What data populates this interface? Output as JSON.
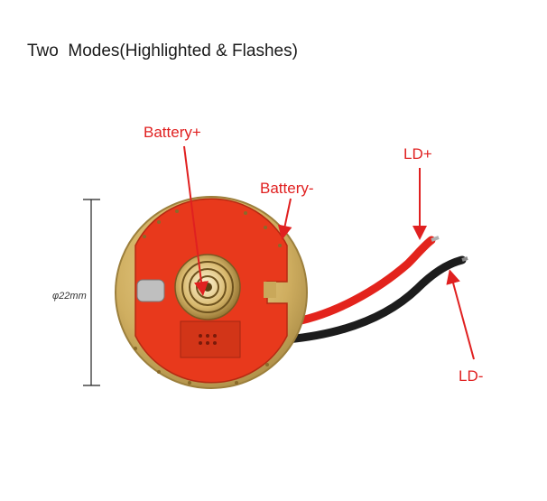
{
  "title": "Two  Modes(Highlighted & Flashes)",
  "labels": {
    "battery_plus": "Battery+",
    "battery_minus": "Battery-",
    "ld_plus": "LD+",
    "ld_minus": "LD-",
    "diameter": "φ22mm"
  },
  "colors": {
    "label_red": "#e02020",
    "pcb_gold": "#c9a85a",
    "pcb_copper": "#e8391c",
    "wire_red": "#e3231c",
    "wire_black": "#1c1c1c"
  }
}
